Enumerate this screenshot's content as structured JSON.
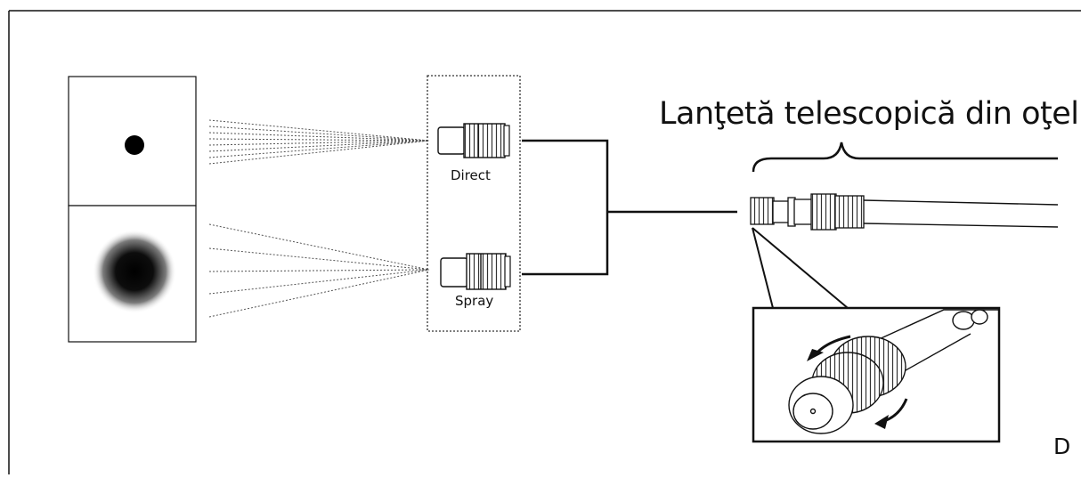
{
  "title": "Lanţetă telescopică din oţel",
  "modes": [
    {
      "id": "direct",
      "label": "Direct",
      "pattern": "single concentrated jet"
    },
    {
      "id": "spray",
      "label": "Spray",
      "pattern": "wide diffused spray"
    }
  ],
  "panel_letter": "D",
  "colors": {
    "line": "#111111",
    "background": "#ffffff"
  },
  "icons": [
    "nozzle-direct-icon",
    "nozzle-spray-icon",
    "telescopic-lance-icon",
    "rotate-arrow-icon"
  ]
}
